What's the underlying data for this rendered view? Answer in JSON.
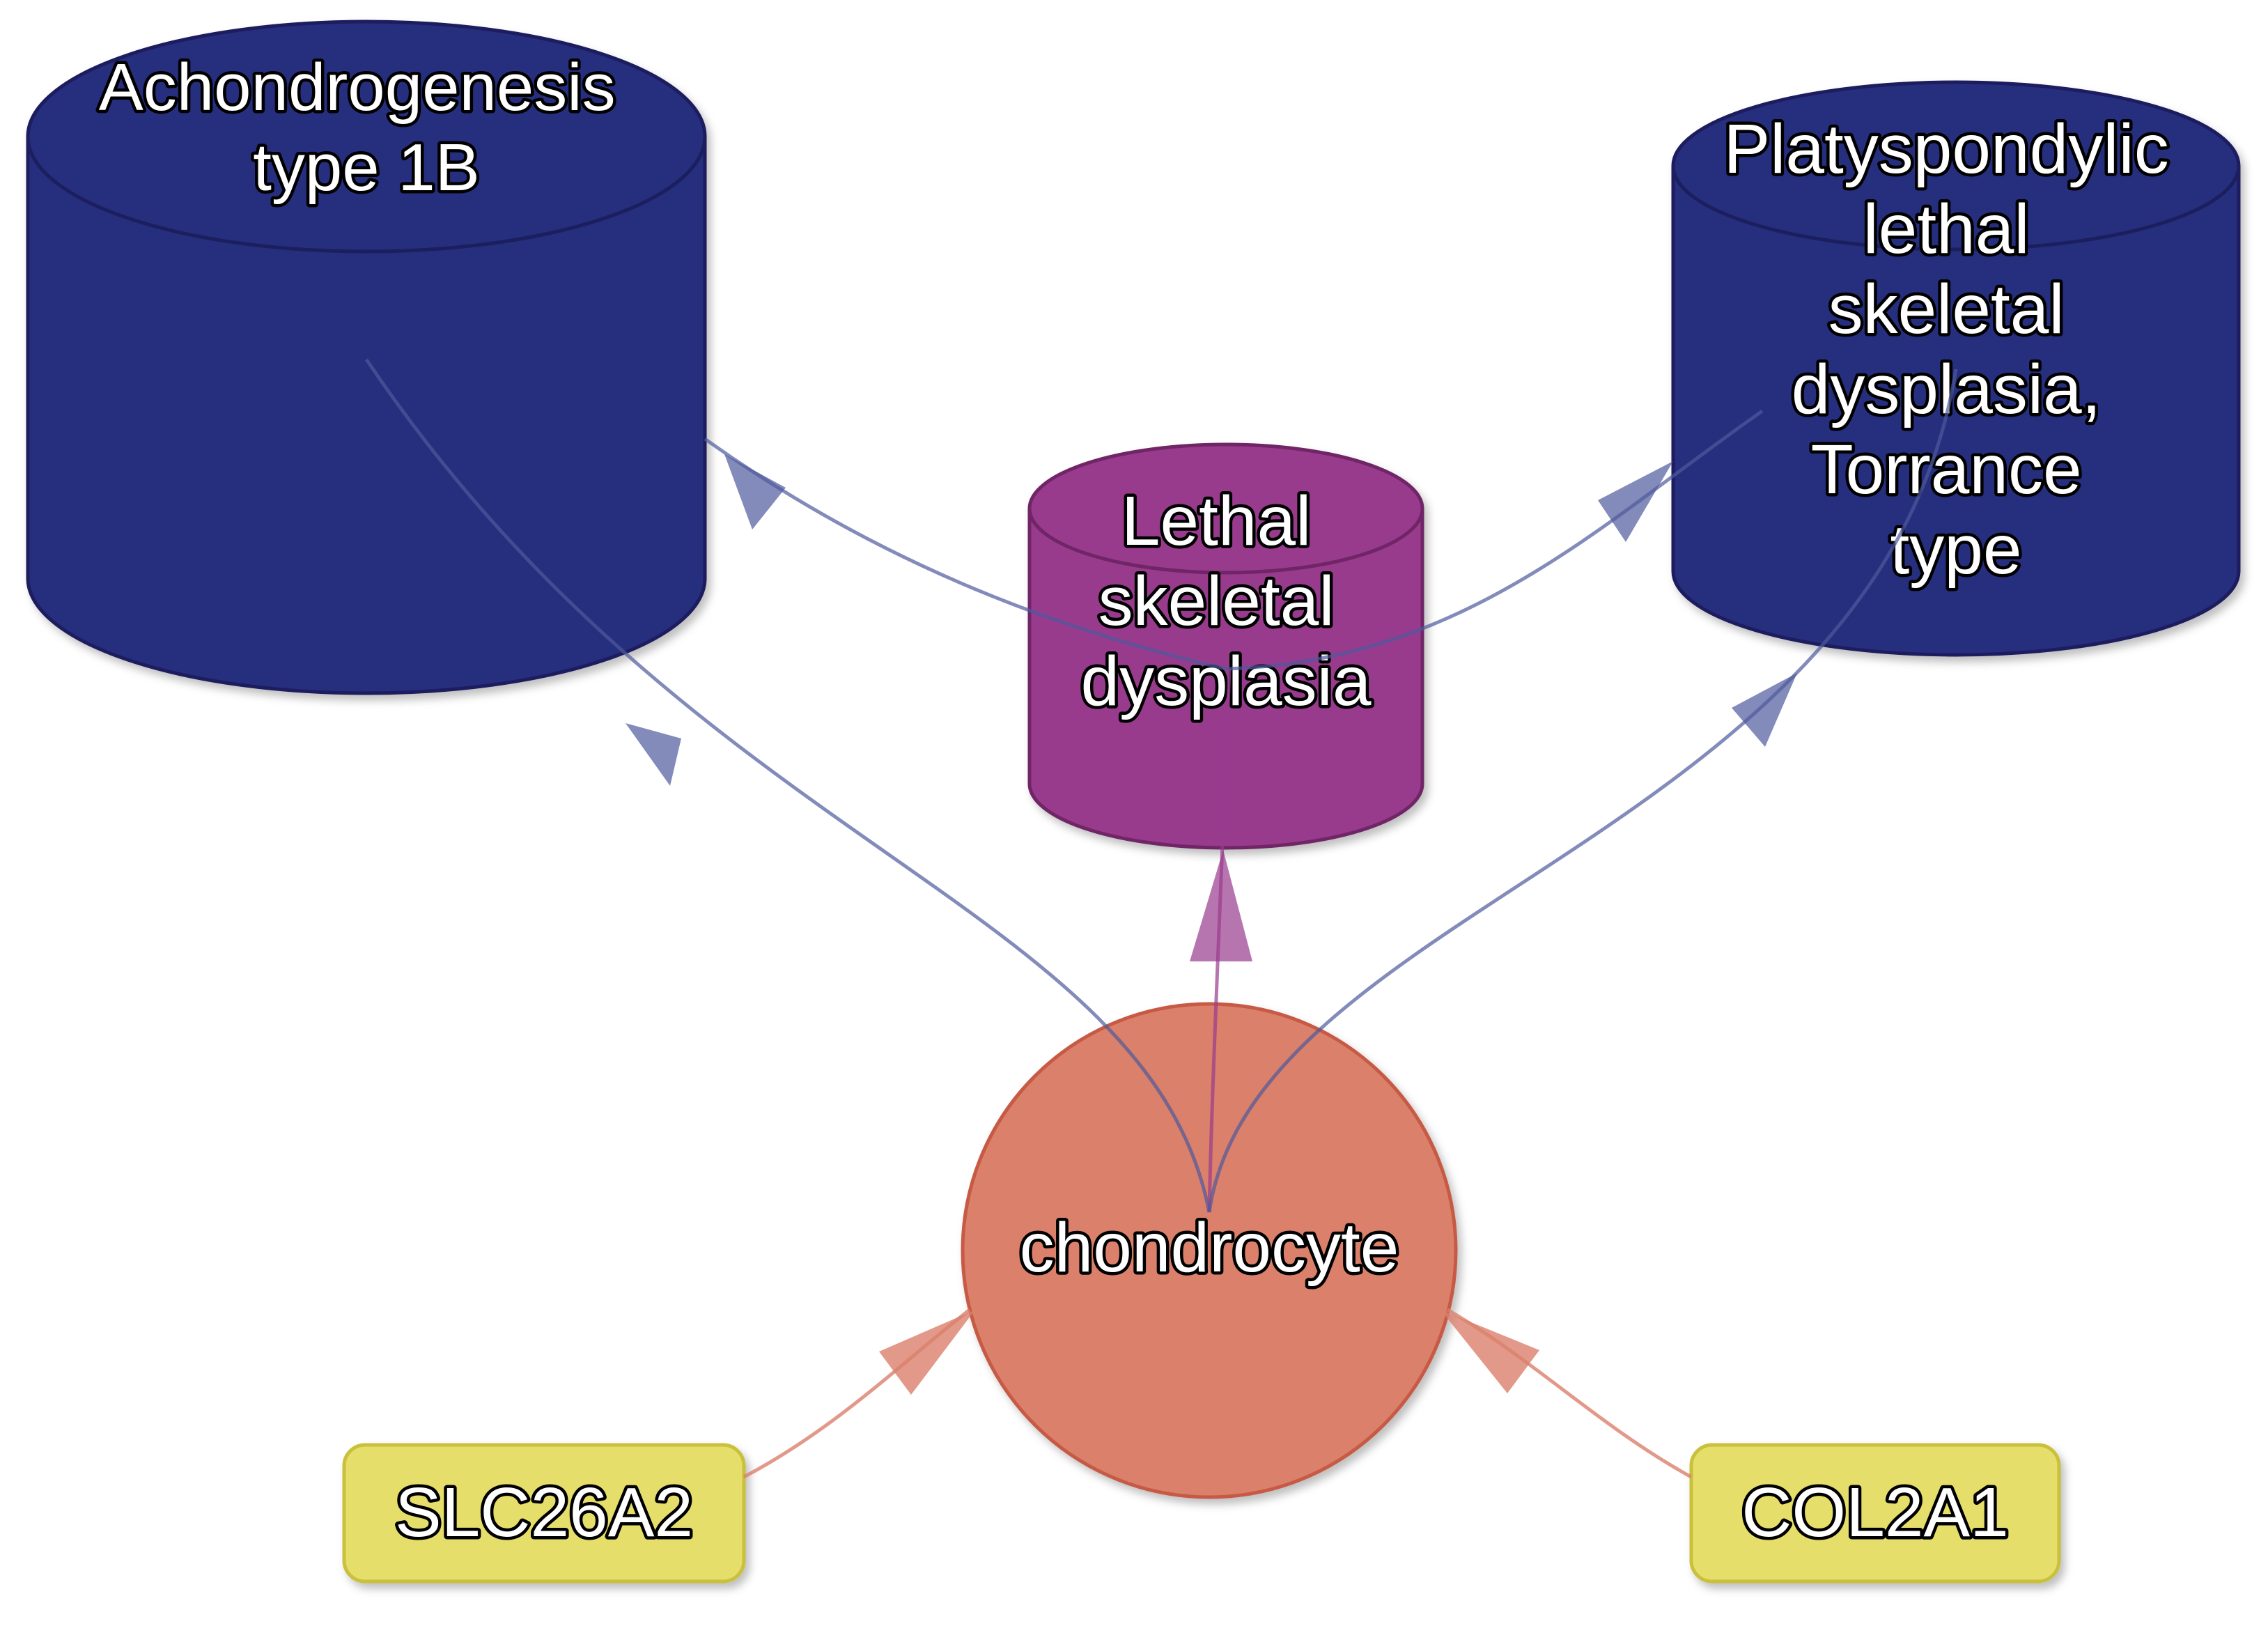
{
  "nodes": {
    "achondrogenesis": {
      "lines": [
        "Achondrogenesis",
        "type 1B"
      ],
      "color": "#282E7E"
    },
    "platyspondylic": {
      "lines": [
        "Platyspondylic",
        "lethal",
        "skeletal",
        "dysplasia,",
        "Torrance",
        "type"
      ],
      "color": "#282E7E"
    },
    "lethal": {
      "lines": [
        "Lethal",
        "skeletal",
        "dysplasia"
      ],
      "color": "#983A8D"
    },
    "chondrocyte": {
      "lines": [
        "chondrocyte"
      ],
      "color": "#DB806B"
    },
    "slc26a2": {
      "lines": [
        "SLC26A2"
      ],
      "color": "#E5DE6A"
    },
    "col2a1": {
      "lines": [
        "COL2A1"
      ],
      "color": "#E5DE6A"
    }
  },
  "edges": [
    {
      "from": "chondrocyte",
      "to": "achondrogenesis"
    },
    {
      "from": "chondrocyte",
      "to": "lethal"
    },
    {
      "from": "chondrocyte",
      "to": "platyspondylic"
    },
    {
      "from": "lethal",
      "to": "achondrogenesis"
    },
    {
      "from": "lethal",
      "to": "platyspondylic"
    },
    {
      "from": "slc26a2",
      "to": "chondrocyte"
    },
    {
      "from": "col2a1",
      "to": "chondrocyte"
    }
  ]
}
